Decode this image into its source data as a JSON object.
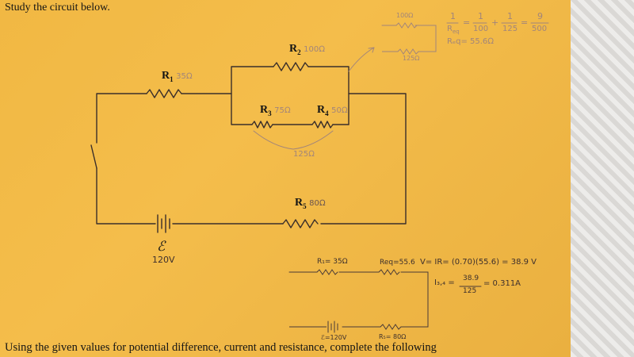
{
  "heading": "Study the circuit below.",
  "footer": "Using the given values for potential difference, current and resistance, complete the following",
  "circuit": {
    "r1": {
      "name": "R",
      "sub": "1",
      "value": "35Ω"
    },
    "r2": {
      "name": "R",
      "sub": "2",
      "value": "100Ω"
    },
    "r3": {
      "name": "R",
      "sub": "3",
      "value": "75Ω"
    },
    "r4": {
      "name": "R",
      "sub": "4",
      "value": "50Ω"
    },
    "r5": {
      "name": "R",
      "sub": "5",
      "value": "80Ω"
    },
    "series_note": "125Ω",
    "emf_symbol": "ℰ",
    "emf_value": "120V"
  },
  "notes_top": {
    "sketch_top": "100Ω",
    "sketch_bottom": "125Ω",
    "eq_1": "1",
    "eq_req": "R",
    "eq_req_sub": "eq",
    "eq_eq": "=",
    "eq_100": "100",
    "eq_plus": "+",
    "eq_125": "125",
    "eq_9": "9",
    "eq_500": "500",
    "req_result": "Rₑq= 55.6Ω"
  },
  "notes_bottom": {
    "r1_label": "R₁= 35Ω",
    "req_label": "Req=55.6",
    "v_formula": "V= IR= (0.70)(55.6) = 38.9 V",
    "i_label": "I₃,₄ =",
    "i_num": "38.9",
    "i_den": "125",
    "i_result": "= 0.311A",
    "emf_label": "ℰ=120V",
    "r5_label": "R₅= 80Ω"
  }
}
